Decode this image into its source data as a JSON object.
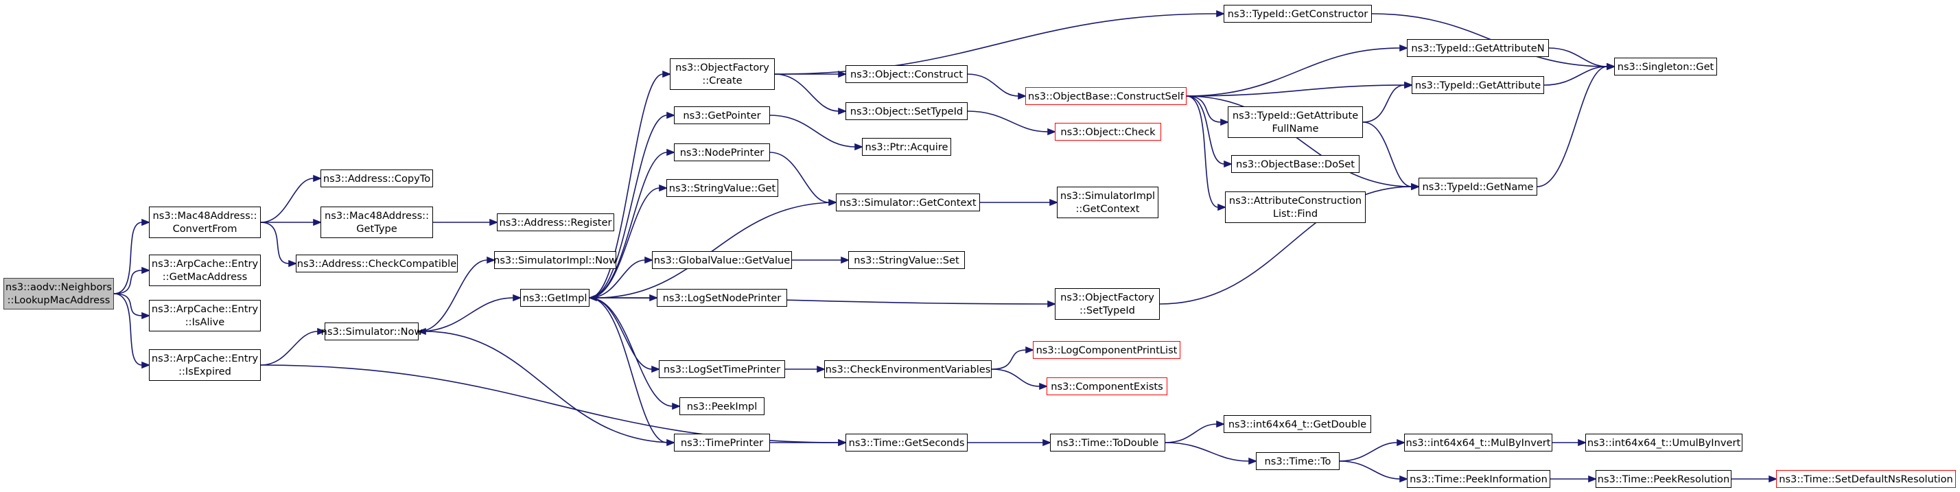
{
  "diagram": {
    "nodes": [
      {
        "id": "lookup",
        "lines": [
          "ns3::aodv::Neighbors",
          "::LookupMacAddress"
        ],
        "root": true
      },
      {
        "id": "convertfrom",
        "lines": [
          "ns3::Mac48Address::",
          "ConvertFrom"
        ]
      },
      {
        "id": "getmac",
        "lines": [
          "ns3::ArpCache::Entry",
          "::GetMacAddress"
        ]
      },
      {
        "id": "isalive",
        "lines": [
          "ns3::ArpCache::Entry",
          "::IsAlive"
        ]
      },
      {
        "id": "isexpired",
        "lines": [
          "ns3::ArpCache::Entry",
          "::IsExpired"
        ]
      },
      {
        "id": "copyto",
        "lines": [
          "ns3::Address::CopyTo"
        ]
      },
      {
        "id": "mactype",
        "lines": [
          "ns3::Mac48Address::",
          "GetType"
        ]
      },
      {
        "id": "checkcompat",
        "lines": [
          "ns3::Address::CheckCompatible"
        ]
      },
      {
        "id": "register",
        "lines": [
          "ns3::Address::Register"
        ]
      },
      {
        "id": "simnow",
        "lines": [
          "ns3::Simulator::Now"
        ]
      },
      {
        "id": "simimplnow",
        "lines": [
          "ns3::SimulatorImpl::Now"
        ]
      },
      {
        "id": "getimpl",
        "lines": [
          "ns3::GetImpl"
        ]
      },
      {
        "id": "objfcreate",
        "lines": [
          "ns3::ObjectFactory",
          "::Create"
        ]
      },
      {
        "id": "getpointer",
        "lines": [
          "ns3::GetPointer"
        ]
      },
      {
        "id": "nodeprinter",
        "lines": [
          "ns3::NodePrinter"
        ]
      },
      {
        "id": "stringget",
        "lines": [
          "ns3::StringValue::Get"
        ]
      },
      {
        "id": "globalget",
        "lines": [
          "ns3::GlobalValue::GetValue"
        ]
      },
      {
        "id": "logsetnode",
        "lines": [
          "ns3::LogSetNodePrinter"
        ]
      },
      {
        "id": "logsettime",
        "lines": [
          "ns3::LogSetTimePrinter"
        ]
      },
      {
        "id": "peekimpl",
        "lines": [
          "ns3::PeekImpl"
        ]
      },
      {
        "id": "timeprinter",
        "lines": [
          "ns3::TimePrinter"
        ]
      },
      {
        "id": "objconstruct",
        "lines": [
          "ns3::Object::Construct"
        ]
      },
      {
        "id": "objsettypeid",
        "lines": [
          "ns3::Object::SetTypeId"
        ]
      },
      {
        "id": "ptracquire",
        "lines": [
          "ns3::Ptr::Acquire"
        ]
      },
      {
        "id": "simgetctx",
        "lines": [
          "ns3::Simulator::GetContext"
        ]
      },
      {
        "id": "stringset",
        "lines": [
          "ns3::StringValue::Set"
        ]
      },
      {
        "id": "checkenv",
        "lines": [
          "ns3::CheckEnvironmentVariables"
        ]
      },
      {
        "id": "timegetsec",
        "lines": [
          "ns3::Time::GetSeconds"
        ]
      },
      {
        "id": "getconstructor",
        "lines": [
          "ns3::TypeId::GetConstructor"
        ]
      },
      {
        "id": "constructself",
        "lines": [
          "ns3::ObjectBase::ConstructSelf"
        ],
        "red": true
      },
      {
        "id": "objcheck",
        "lines": [
          "ns3::Object::Check"
        ],
        "red": true
      },
      {
        "id": "simimplgetctx",
        "lines": [
          "ns3::SimulatorImpl",
          "::GetContext"
        ]
      },
      {
        "id": "objfsettypeid",
        "lines": [
          "ns3::ObjectFactory",
          "::SetTypeId"
        ]
      },
      {
        "id": "logcomplist",
        "lines": [
          "ns3::LogComponentPrintList"
        ],
        "red": true
      },
      {
        "id": "compexists",
        "lines": [
          "ns3::ComponentExists"
        ],
        "red": true
      },
      {
        "id": "timetodouble",
        "lines": [
          "ns3::Time::ToDouble"
        ]
      },
      {
        "id": "getattrfullname",
        "lines": [
          "ns3::TypeId::GetAttribute",
          "FullName"
        ]
      },
      {
        "id": "doset",
        "lines": [
          "ns3::ObjectBase::DoSet"
        ]
      },
      {
        "id": "attrconstructfind",
        "lines": [
          "ns3::AttributeConstruction",
          "List::Find"
        ]
      },
      {
        "id": "int64getdouble",
        "lines": [
          "ns3::int64x64_t::GetDouble"
        ]
      },
      {
        "id": "timeto",
        "lines": [
          "ns3::Time::To"
        ]
      },
      {
        "id": "getattrn",
        "lines": [
          "ns3::TypeId::GetAttributeN"
        ]
      },
      {
        "id": "getattr",
        "lines": [
          "ns3::TypeId::GetAttribute"
        ]
      },
      {
        "id": "getname",
        "lines": [
          "ns3::TypeId::GetName"
        ]
      },
      {
        "id": "mulbyinvert",
        "lines": [
          "ns3::int64x64_t::MulByInvert"
        ]
      },
      {
        "id": "peekinfo",
        "lines": [
          "ns3::Time::PeekInformation"
        ]
      },
      {
        "id": "singletonget",
        "lines": [
          "ns3::Singleton::Get"
        ]
      },
      {
        "id": "umulbyinvert",
        "lines": [
          "ns3::int64x64_t::UmulByInvert"
        ]
      },
      {
        "id": "peekres",
        "lines": [
          "ns3::Time::PeekResolution"
        ]
      },
      {
        "id": "setdefaultres",
        "lines": [
          "ns3::Time::SetDefaultNsResolution"
        ],
        "red": true
      }
    ],
    "edges": [
      [
        "lookup",
        "convertfrom"
      ],
      [
        "lookup",
        "getmac"
      ],
      [
        "lookup",
        "isalive"
      ],
      [
        "lookup",
        "isexpired"
      ],
      [
        "convertfrom",
        "copyto"
      ],
      [
        "convertfrom",
        "mactype"
      ],
      [
        "convertfrom",
        "checkcompat"
      ],
      [
        "mactype",
        "register"
      ],
      [
        "isexpired",
        "simnow"
      ],
      [
        "isexpired",
        "timegetsec"
      ],
      [
        "simnow",
        "simimplnow"
      ],
      [
        "simnow",
        "getimpl"
      ],
      [
        "getimpl",
        "objfcreate"
      ],
      [
        "getimpl",
        "getpointer"
      ],
      [
        "getimpl",
        "nodeprinter"
      ],
      [
        "getimpl",
        "stringget"
      ],
      [
        "getimpl",
        "globalget"
      ],
      [
        "getimpl",
        "logsetnode"
      ],
      [
        "getimpl",
        "logsettime"
      ],
      [
        "getimpl",
        "peekimpl"
      ],
      [
        "getimpl",
        "timeprinter"
      ],
      [
        "getimpl",
        "objfsettypeid"
      ],
      [
        "objfcreate",
        "getconstructor"
      ],
      [
        "objfcreate",
        "objconstruct"
      ],
      [
        "objfcreate",
        "objsettypeid"
      ],
      [
        "getpointer",
        "ptracquire"
      ],
      [
        "nodeprinter",
        "simgetctx"
      ],
      [
        "simgetctx",
        "getimpl"
      ],
      [
        "simgetctx",
        "simimplgetctx"
      ],
      [
        "globalget",
        "stringset"
      ],
      [
        "logsettime",
        "checkenv"
      ],
      [
        "checkenv",
        "logcomplist"
      ],
      [
        "checkenv",
        "compexists"
      ],
      [
        "timeprinter",
        "simnow"
      ],
      [
        "timeprinter",
        "timegetsec"
      ],
      [
        "objconstruct",
        "constructself"
      ],
      [
        "objsettypeid",
        "objcheck"
      ],
      [
        "constructself",
        "getattrn"
      ],
      [
        "constructself",
        "getattr"
      ],
      [
        "constructself",
        "getattrfullname"
      ],
      [
        "constructself",
        "doset"
      ],
      [
        "constructself",
        "attrconstructfind"
      ],
      [
        "constructself",
        "getname"
      ],
      [
        "getattrfullname",
        "getattr"
      ],
      [
        "getattrfullname",
        "getname"
      ],
      [
        "getconstructor",
        "singletonget"
      ],
      [
        "getattrn",
        "singletonget"
      ],
      [
        "getattr",
        "singletonget"
      ],
      [
        "getname",
        "singletonget"
      ],
      [
        "objfsettypeid",
        "getname"
      ],
      [
        "timegetsec",
        "timetodouble"
      ],
      [
        "timetodouble",
        "int64getdouble"
      ],
      [
        "timetodouble",
        "timeto"
      ],
      [
        "timeto",
        "mulbyinvert"
      ],
      [
        "timeto",
        "peekinfo"
      ],
      [
        "mulbyinvert",
        "umulbyinvert"
      ],
      [
        "peekinfo",
        "peekres"
      ],
      [
        "peekres",
        "setdefaultres"
      ]
    ]
  }
}
